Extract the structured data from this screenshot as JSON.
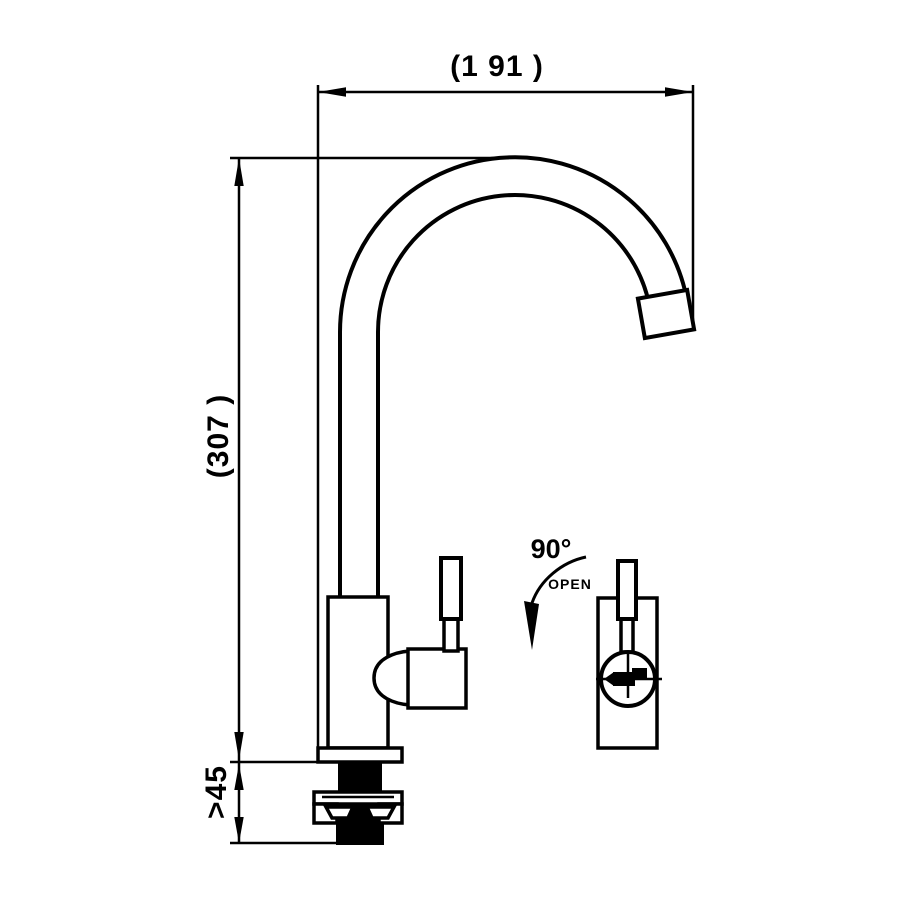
{
  "drawing": {
    "subject": "single-lever kitchen faucet technical drawing",
    "views": [
      "side-view",
      "front-view"
    ]
  },
  "dimensions": {
    "spout_reach": "(1 91 )",
    "spout_height": "(307 )",
    "mount_depth": ">45"
  },
  "annotation": {
    "angle": "90°",
    "state": "OPEN"
  },
  "colors": {
    "line": "#000000",
    "background": "#ffffff"
  }
}
